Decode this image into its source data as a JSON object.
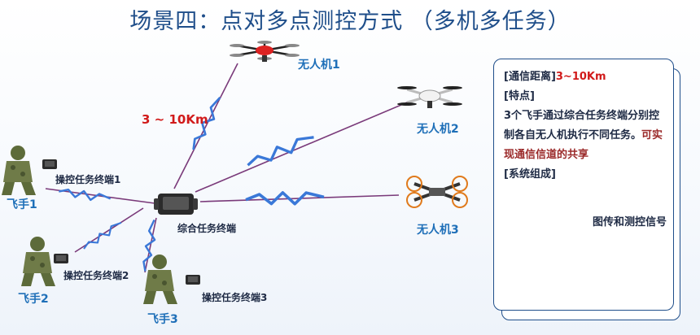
{
  "title": "场景四：点对多点测控方式 （多机多任务）",
  "hub_label": "综合任务终端",
  "distance_label": "3 ~ 10Km",
  "drones": [
    {
      "label": "无人机1"
    },
    {
      "label": "无人机2"
    },
    {
      "label": "无人机3"
    }
  ],
  "pilots": [
    {
      "label": "飞手1",
      "terminal": "操控任务终端1"
    },
    {
      "label": "飞手2",
      "terminal": "操控任务终端2"
    },
    {
      "label": "飞手3",
      "terminal": "操控任务终端3"
    }
  ],
  "info_card": {
    "range_key": "[通信距离]",
    "range_value": "3~10Km",
    "features_key": "[特点]",
    "features_line1": "3个飞手通过综合任务终端分别控制各自无人机执行不同任务。",
    "features_line2": "可实现通信信道的共享",
    "system_key": "[系统组成]"
  },
  "legend_label": "图传和测控信号",
  "colors": {
    "title": "#1f4e8a",
    "link_line": "#7a3a7a",
    "signal_zigzag": "#3a78d8",
    "highlight_red": "#d11a1a"
  }
}
